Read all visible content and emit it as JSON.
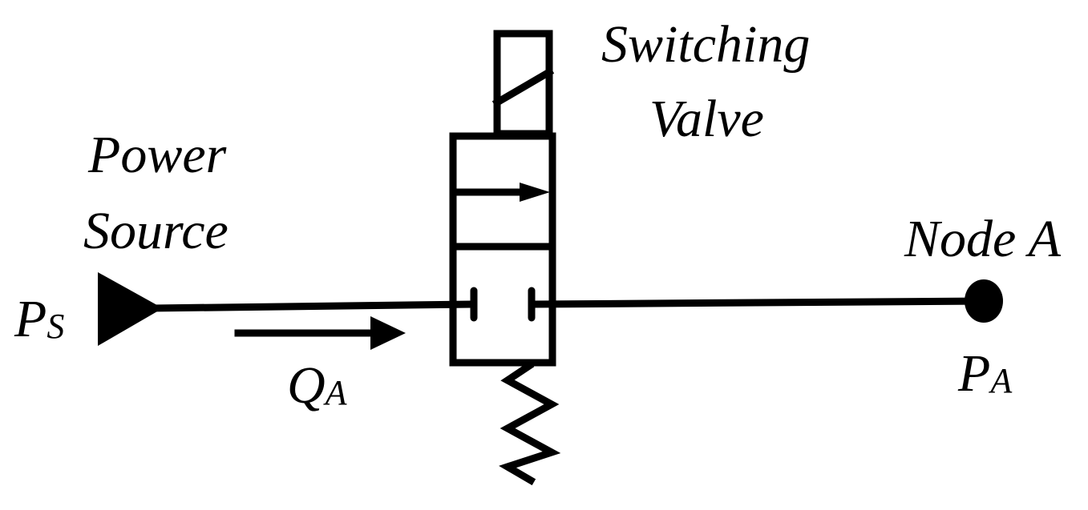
{
  "labels": {
    "valve_line1": "Switching",
    "valve_line2": "Valve",
    "source_line1": "Power",
    "source_line2": "Source",
    "node": "Node A",
    "source_pressure_main": "P",
    "source_pressure_sub": "S",
    "flow_main": "Q",
    "flow_sub": "A",
    "node_pressure_main": "P",
    "node_pressure_sub": "A"
  },
  "colors": {
    "ink": "#000000",
    "background": "#ffffff"
  }
}
